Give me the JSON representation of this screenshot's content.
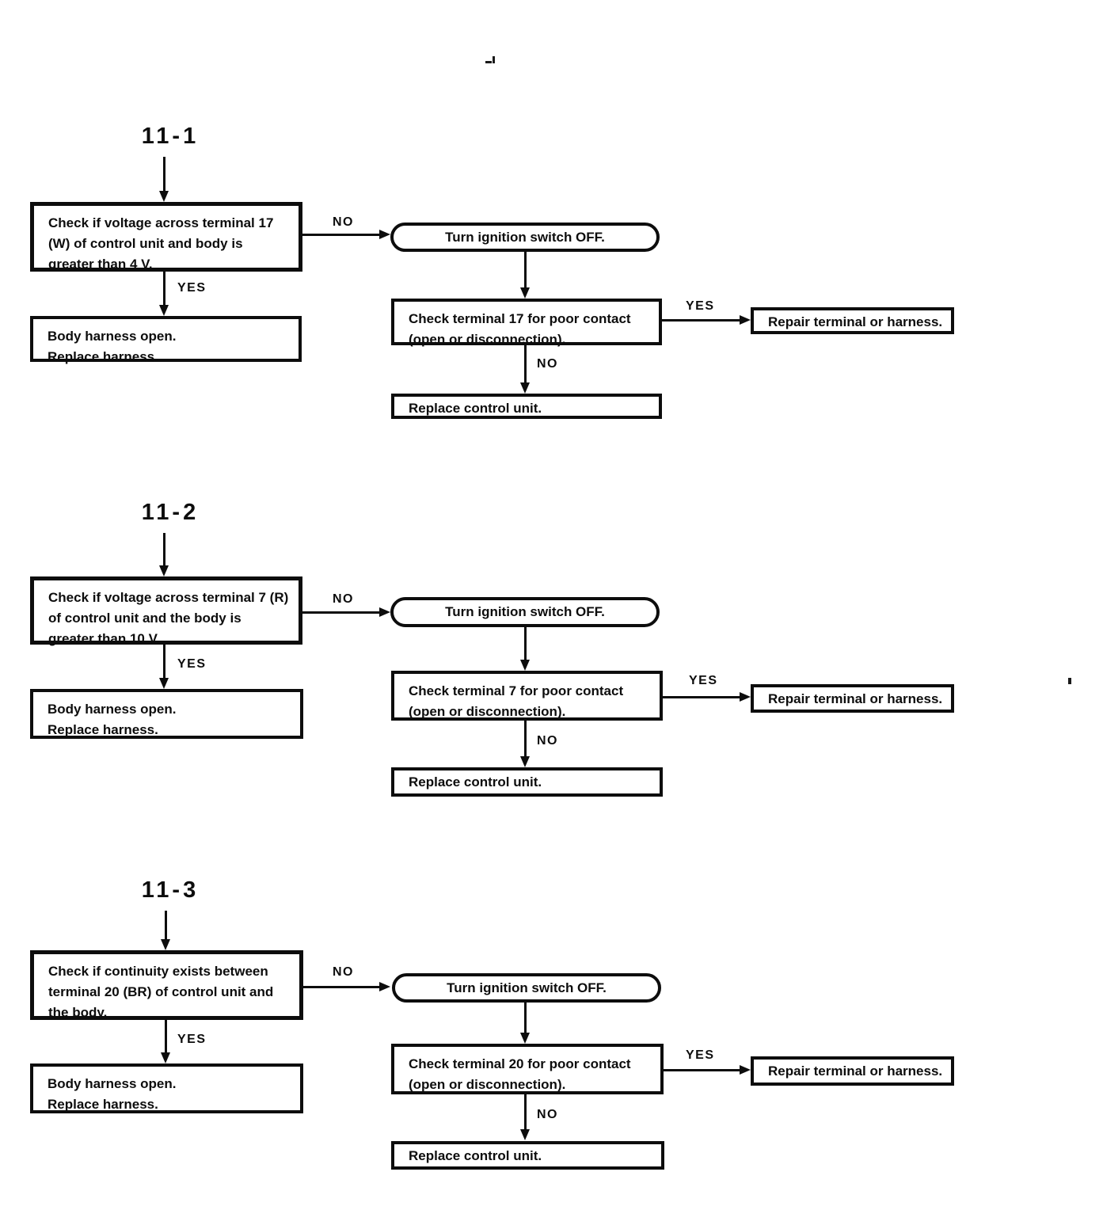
{
  "labels": {
    "yes": "YES",
    "no": "NO"
  },
  "sections": [
    {
      "title": "11-1",
      "check_text": "Check if voltage across terminal 17\n(W) of control unit and body is\ngreater than 4 V.",
      "harness_text": "Body harness open.\nReplace harness.",
      "ignition_text": "Turn ignition switch OFF.",
      "terminal_text": "Check terminal 17 for poor contact\n(open or disconnection).",
      "repair_text": "Repair terminal or harness.",
      "replace_text": "Replace control unit."
    },
    {
      "title": "11-2",
      "check_text": "Check if voltage across terminal 7 (R)\nof control unit and the body is\ngreater than 10 V.",
      "harness_text": "Body harness open.\nReplace harness.",
      "ignition_text": "Turn ignition switch OFF.",
      "terminal_text": "Check terminal 7 for poor contact\n(open or disconnection).",
      "repair_text": "Repair terminal or harness.",
      "replace_text": "Replace control unit."
    },
    {
      "title": "11-3",
      "check_text": "Check if continuity exists between\nterminal 20 (BR) of control unit and\nthe body.",
      "harness_text": "Body harness open.\nReplace harness.",
      "ignition_text": "Turn ignition switch OFF.",
      "terminal_text": "Check terminal 20 for poor contact\n(open or disconnection).",
      "repair_text": "Repair terminal or harness.",
      "replace_text": "Replace control unit."
    }
  ]
}
